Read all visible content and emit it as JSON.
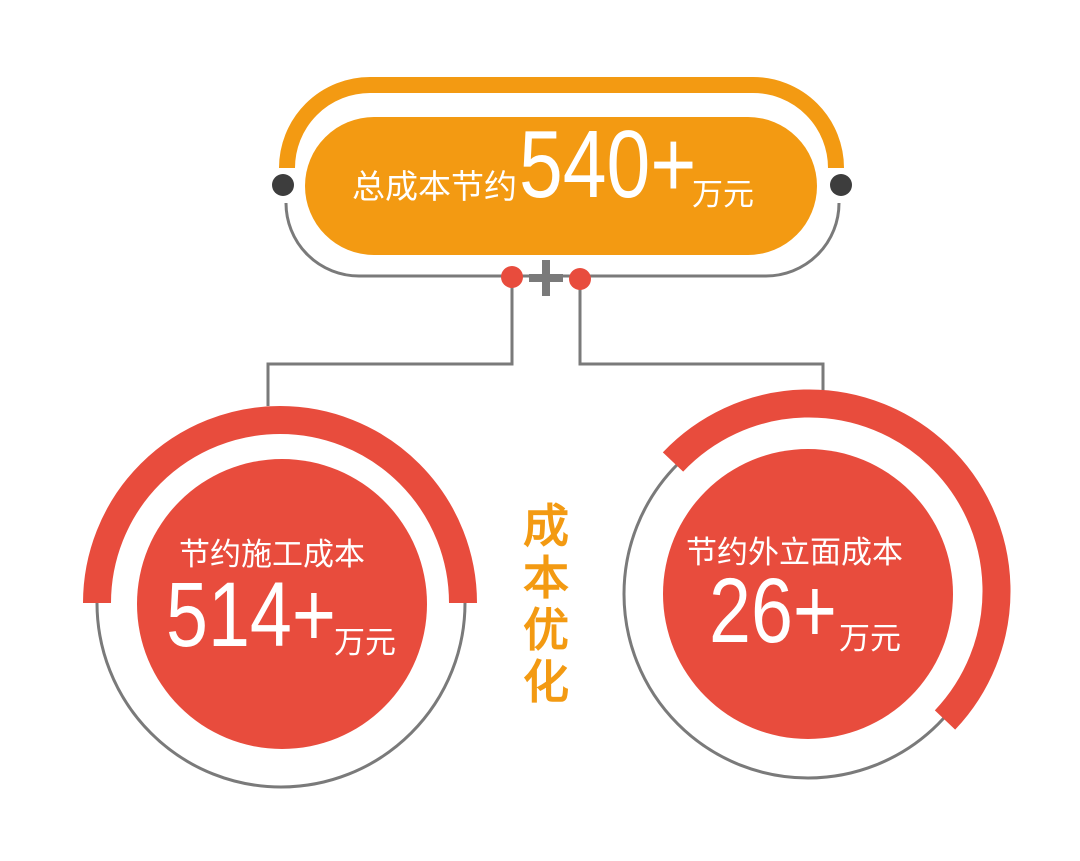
{
  "colors": {
    "orange": "#F39A12",
    "red": "#E84C3D",
    "gray_line": "#7A7A7A",
    "dot_dark": "#3D3D3D",
    "white": "#FFFFFF"
  },
  "total": {
    "label": "总成本节约",
    "value": "540+",
    "unit": "万元"
  },
  "operator": {
    "symbol": "+"
  },
  "left_item": {
    "label": "节约施工成本",
    "value": "514+",
    "unit": "万元"
  },
  "right_item": {
    "label": "节约外立面成本",
    "value": "26+",
    "unit": "万元"
  },
  "center_caption": {
    "chars": [
      "成",
      "本",
      "优",
      "化"
    ]
  }
}
